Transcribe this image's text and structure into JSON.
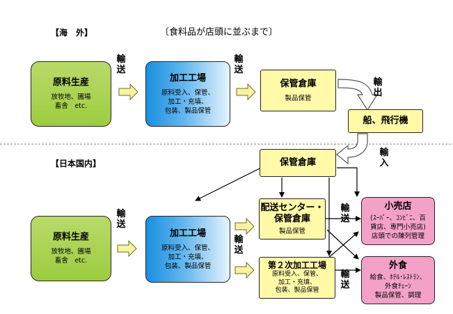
{
  "header": {
    "overseas_label": "【海　外】",
    "main_title": "〔食料品が店頭に並ぶまで〕",
    "domestic_label": "【日本国内】"
  },
  "transport": {
    "export": [
      "輸",
      "出"
    ],
    "import": [
      "輸",
      "入"
    ],
    "transport": [
      "輸",
      "送"
    ]
  },
  "overseas": {
    "raw_production": {
      "title": "原料生産",
      "lines": [
        "放牧地、圃場",
        "畜舎　etc."
      ]
    },
    "processing_plant": {
      "title": "加工工場",
      "lines": [
        "原料受入、保管、",
        "加工・充填、",
        "包装、製品保管"
      ]
    },
    "storage_warehouse": {
      "title": "保管倉庫",
      "lines": [
        "製品保管"
      ]
    },
    "ship_aircraft": {
      "title": "船、飛行機"
    }
  },
  "domestic": {
    "storage_warehouse": {
      "title": "保管倉庫"
    },
    "raw_production": {
      "title": "原料生産",
      "lines": [
        "放牧地、圃場",
        "畜舎　etc."
      ]
    },
    "processing_plant": {
      "title": "加工工場",
      "lines": [
        "原料受入、保管、",
        "加工・充填、",
        "包装、製品保管"
      ]
    },
    "distribution_center": {
      "title_line1": "配送センター・",
      "title_line2": "保管倉庫",
      "lines": [
        "製品保管"
      ]
    },
    "secondary_plant": {
      "title": "第２次加工工場",
      "lines": [
        "原料受入、保管、",
        "加工・充填、",
        "包装、製品保管"
      ]
    },
    "retail": {
      "title": "小売店",
      "lines": [
        "(ｽｰﾊﾟｰ、ｺﾝﾋﾞﾆ、百",
        "貨店、専門小売店)",
        "店頭での陳列管理"
      ]
    },
    "food_service": {
      "title": "外食",
      "lines": [
        "給食、ﾎﾃﾙ･ﾚｽﾄﾗﾝ、",
        "外食ﾁｪｰﾝ",
        "製品保管、調理"
      ]
    }
  },
  "colors": {
    "raw_production": "#a6d14b",
    "processing_plant": "#3aa3e8",
    "storage": "#fff9a8",
    "outlet": "#f3a1c7",
    "block_arrow": "#f7f3a0"
  }
}
